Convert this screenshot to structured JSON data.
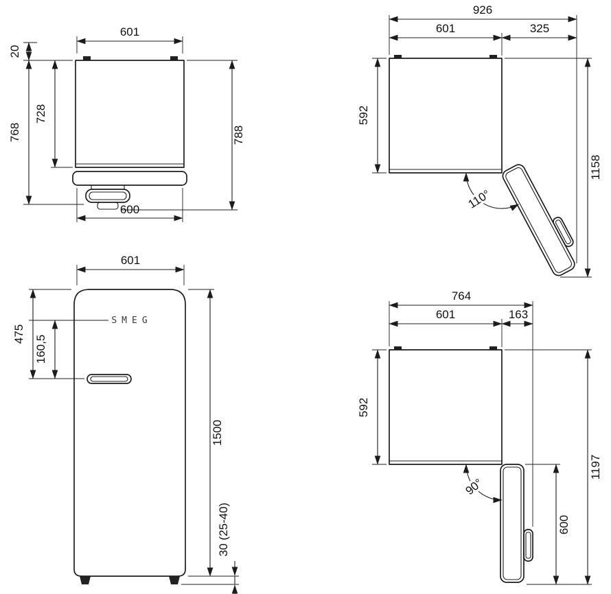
{
  "views": {
    "top_closed": {
      "dims": {
        "width_top": "601",
        "rear_gap": "20",
        "depth_total": "768",
        "depth_body": "728",
        "depth_overall": "788",
        "width_door": "600"
      }
    },
    "top_open_110": {
      "dims": {
        "width_overall": "926",
        "width_body": "601",
        "door_projection": "325",
        "depth_body": "592",
        "depth_overall": "1158",
        "angle": "110°"
      }
    },
    "front": {
      "brand": "SMEG",
      "dims": {
        "width": "601",
        "handle_from_top": "475",
        "logo_to_handle": "160,5",
        "height": "1500",
        "feet": "30 (25-40)"
      }
    },
    "top_open_90": {
      "dims": {
        "width_overall": "764",
        "width_body": "601",
        "door_projection": "163",
        "depth_body": "592",
        "depth_overall": "1197",
        "door_width": "600",
        "angle": "90°"
      }
    }
  }
}
